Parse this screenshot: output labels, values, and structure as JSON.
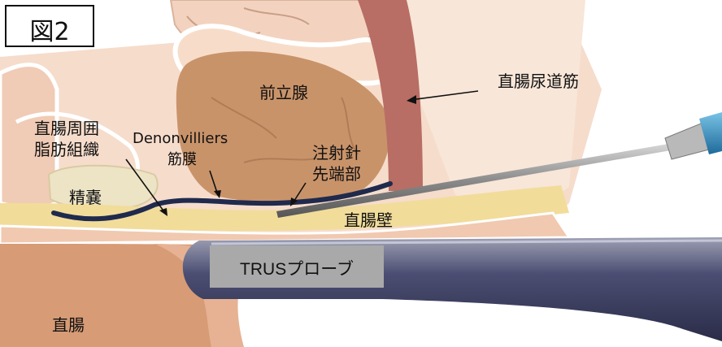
{
  "figure_label": "図2",
  "labels": {
    "prostate": "前立腺",
    "rectourethralis": "直腸尿道筋",
    "perirectal_fat_line1": "直腸周囲",
    "perirectal_fat_line2": "脂肪組織",
    "denonvilliers_line1": "Denonvilliers",
    "denonvilliers_line2": "筋膜",
    "needle_tip_line1": "注射針",
    "needle_tip_line2": "先端部",
    "seminal_vesicle": "精嚢",
    "rectal_wall": "直腸壁",
    "trus_probe": "TRUSプローブ",
    "rectum": "直腸"
  },
  "colors": {
    "prostate": "#c9936a",
    "muscle": "#b86e64",
    "fat": "#f1dc9a",
    "tissue_pink": "#f0c9b0",
    "rectum": "#d79b76",
    "fascia": "#1f2a4d",
    "probe": "#3c3f62",
    "label_bg": "#a9a9aa"
  }
}
